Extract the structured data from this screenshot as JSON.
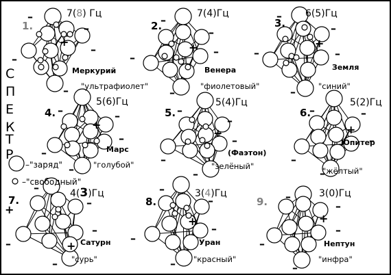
{
  "spectrum_letters": [
    "С",
    "П",
    "Е",
    "К",
    "Т",
    "Р"
  ],
  "legend": {
    "charge_label": "–\"заряд\"",
    "free_label": "–\"свободный\""
  },
  "colors": {
    "number_gray": "#808080",
    "number_black": "#000000",
    "line": "#000000"
  },
  "panels": [
    {
      "num": "1.",
      "num_color": "#808080",
      "freq_a": "7(",
      "freq_b": "8",
      "freq_c": ") Гц",
      "planet": "Меркурий",
      "color_name": "\"ультрафиолет\""
    },
    {
      "num": "2.",
      "num_color": "#000000",
      "freq_a": "7(",
      "freq_b": "4",
      "freq_c": ")Гц",
      "planet": "Венера",
      "color_name": "\"фиолетовый\""
    },
    {
      "num": "3.",
      "num_color": "#000000",
      "freq_a": "6(",
      "freq_b": "5",
      "freq_c": ")Гц",
      "planet": "Земля",
      "color_name": "\"синий\""
    },
    {
      "num": "4.",
      "num_color": "#000000",
      "freq_a": "5(",
      "freq_b": "6",
      "freq_c": ")Гц",
      "planet": "Марс",
      "color_name": "\"голубой\""
    },
    {
      "num": "5.",
      "num_color": "#000000",
      "freq_a": "5(",
      "freq_b": "4",
      "freq_c": ")Гц",
      "planet": "(Фаэтон)",
      "color_name": "\"зелёный\""
    },
    {
      "num": "6.",
      "num_color": "#000000",
      "freq_a": "5(",
      "freq_b": "2",
      "freq_c": ")Гц",
      "planet": "Юпитер",
      "color_name": "\"жёлтый\""
    },
    {
      "num": "7.",
      "num_color": "#000000",
      "freq_a": "4(",
      "freq_b": "3",
      "freq_c": ")Гц",
      "planet": "Сатурн",
      "color_name": "\"сурь\""
    },
    {
      "num": "8.",
      "num_color": "#000000",
      "freq_a": "3(",
      "freq_b": "4",
      "freq_c": ")Гц",
      "planet": "Уран",
      "color_name": "\"красный\""
    },
    {
      "num": "9.",
      "num_color": "#808080",
      "freq_a": "3(",
      "freq_b": "0",
      "freq_c": ")Гц",
      "planet": "Нептун",
      "color_name": "\"инфра\""
    }
  ],
  "signs": {
    "minus": "–",
    "plus": "+"
  }
}
